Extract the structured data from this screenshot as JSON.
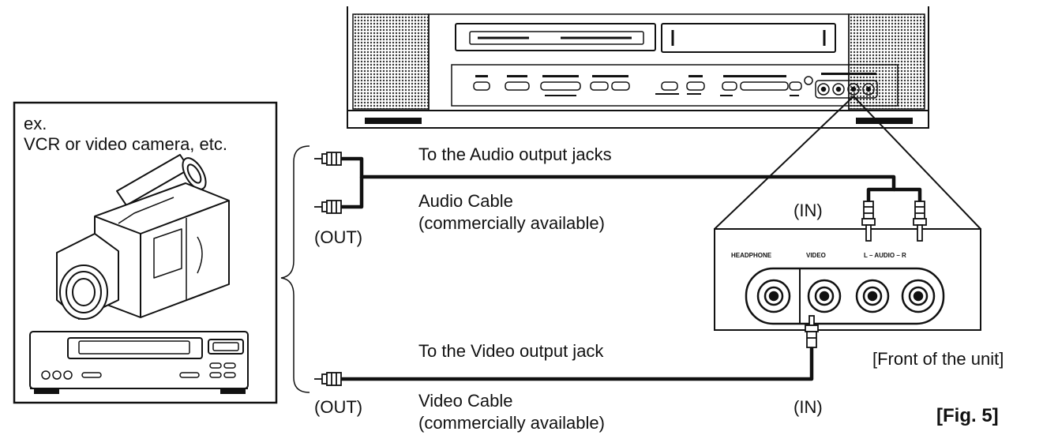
{
  "source_device": {
    "prefix": "ex.",
    "description": "VCR or video camera, etc."
  },
  "audio": {
    "destination": "To the Audio output jacks",
    "cable_name": "Audio Cable",
    "cable_note": "(commercially available)",
    "source_port": "(OUT)",
    "target_port": "(IN)"
  },
  "video": {
    "destination": "To the Video output jack",
    "cable_name": "Video Cable",
    "cable_note": "(commercially available)",
    "source_port": "(OUT)",
    "target_port": "(IN)"
  },
  "front_panel": {
    "caption": "[Front of the unit]",
    "headphone": "HEADPHONE",
    "video": "VIDEO",
    "audio": "L – AUDIO – R"
  },
  "figure_label": "[Fig. 5]",
  "colors": {
    "ink": "#111111",
    "paper": "#ffffff",
    "grille": "#444444"
  }
}
